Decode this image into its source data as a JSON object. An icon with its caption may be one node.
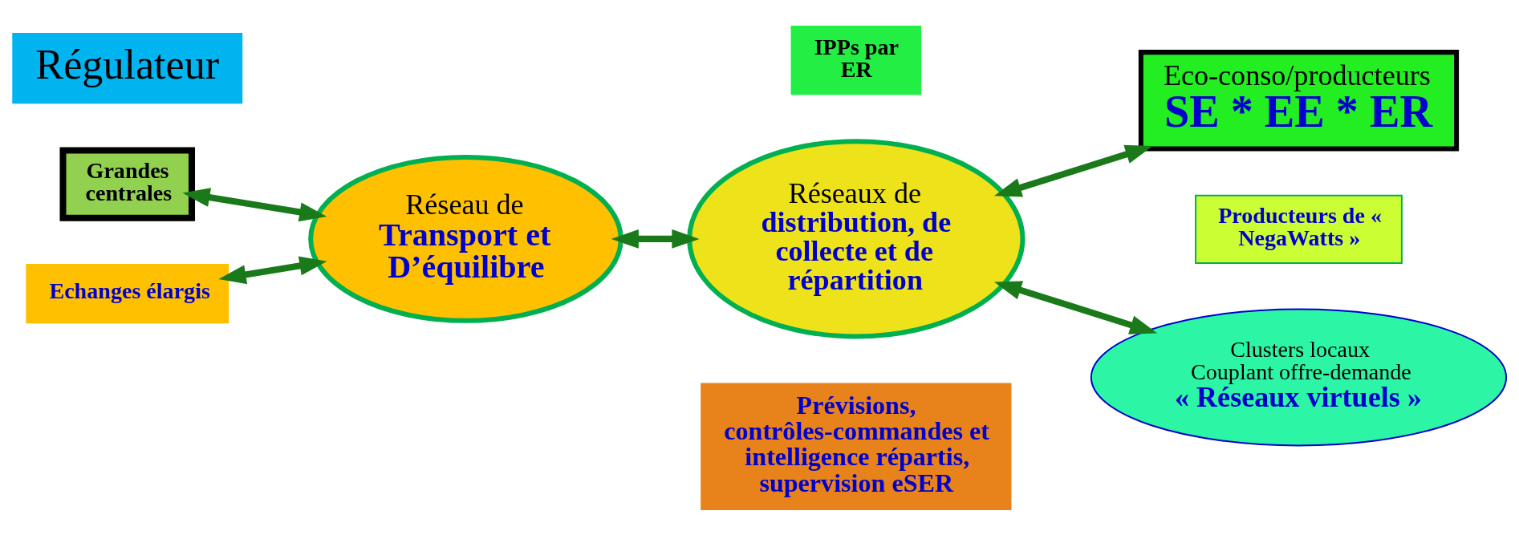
{
  "diagram": {
    "nodes": [
      {
        "text": [
          "Régulateur"
        ]
      },
      {
        "text": [
          "Grandes centrales"
        ]
      },
      {
        "text": [
          "Réseau de",
          "Transport et D’équilibre"
        ]
      },
      {
        "text": [
          "IPPs par ER"
        ]
      },
      {
        "text": [
          "Réseaux de",
          "distribution, de collecte et de répartition"
        ]
      },
      {
        "text": [
          "Eco-conso/producteurs",
          "SE * EE * ER"
        ]
      },
      {
        "text": [
          "Producteurs de « NegaWatts »"
        ]
      },
      {
        "text": [
          "Echanges élargis"
        ]
      },
      {
        "text": [
          "Prévisions, contrôles-commandes et intelligence répartis, supervision eSER"
        ]
      },
      {
        "text": [
          "Clusters locaux Couplant offre-demande",
          "« Réseaux virtuels »"
        ]
      }
    ],
    "edges": [
      {
        "from": 1,
        "to": 2,
        "arrow": "both"
      },
      {
        "from": 2,
        "to": 4,
        "arrow": "both"
      },
      {
        "from": 4,
        "to": 5,
        "arrow": "both"
      },
      {
        "from": 7,
        "to": 2,
        "arrow": "both"
      },
      {
        "from": 4,
        "to": 9,
        "arrow": "both"
      }
    ]
  }
}
